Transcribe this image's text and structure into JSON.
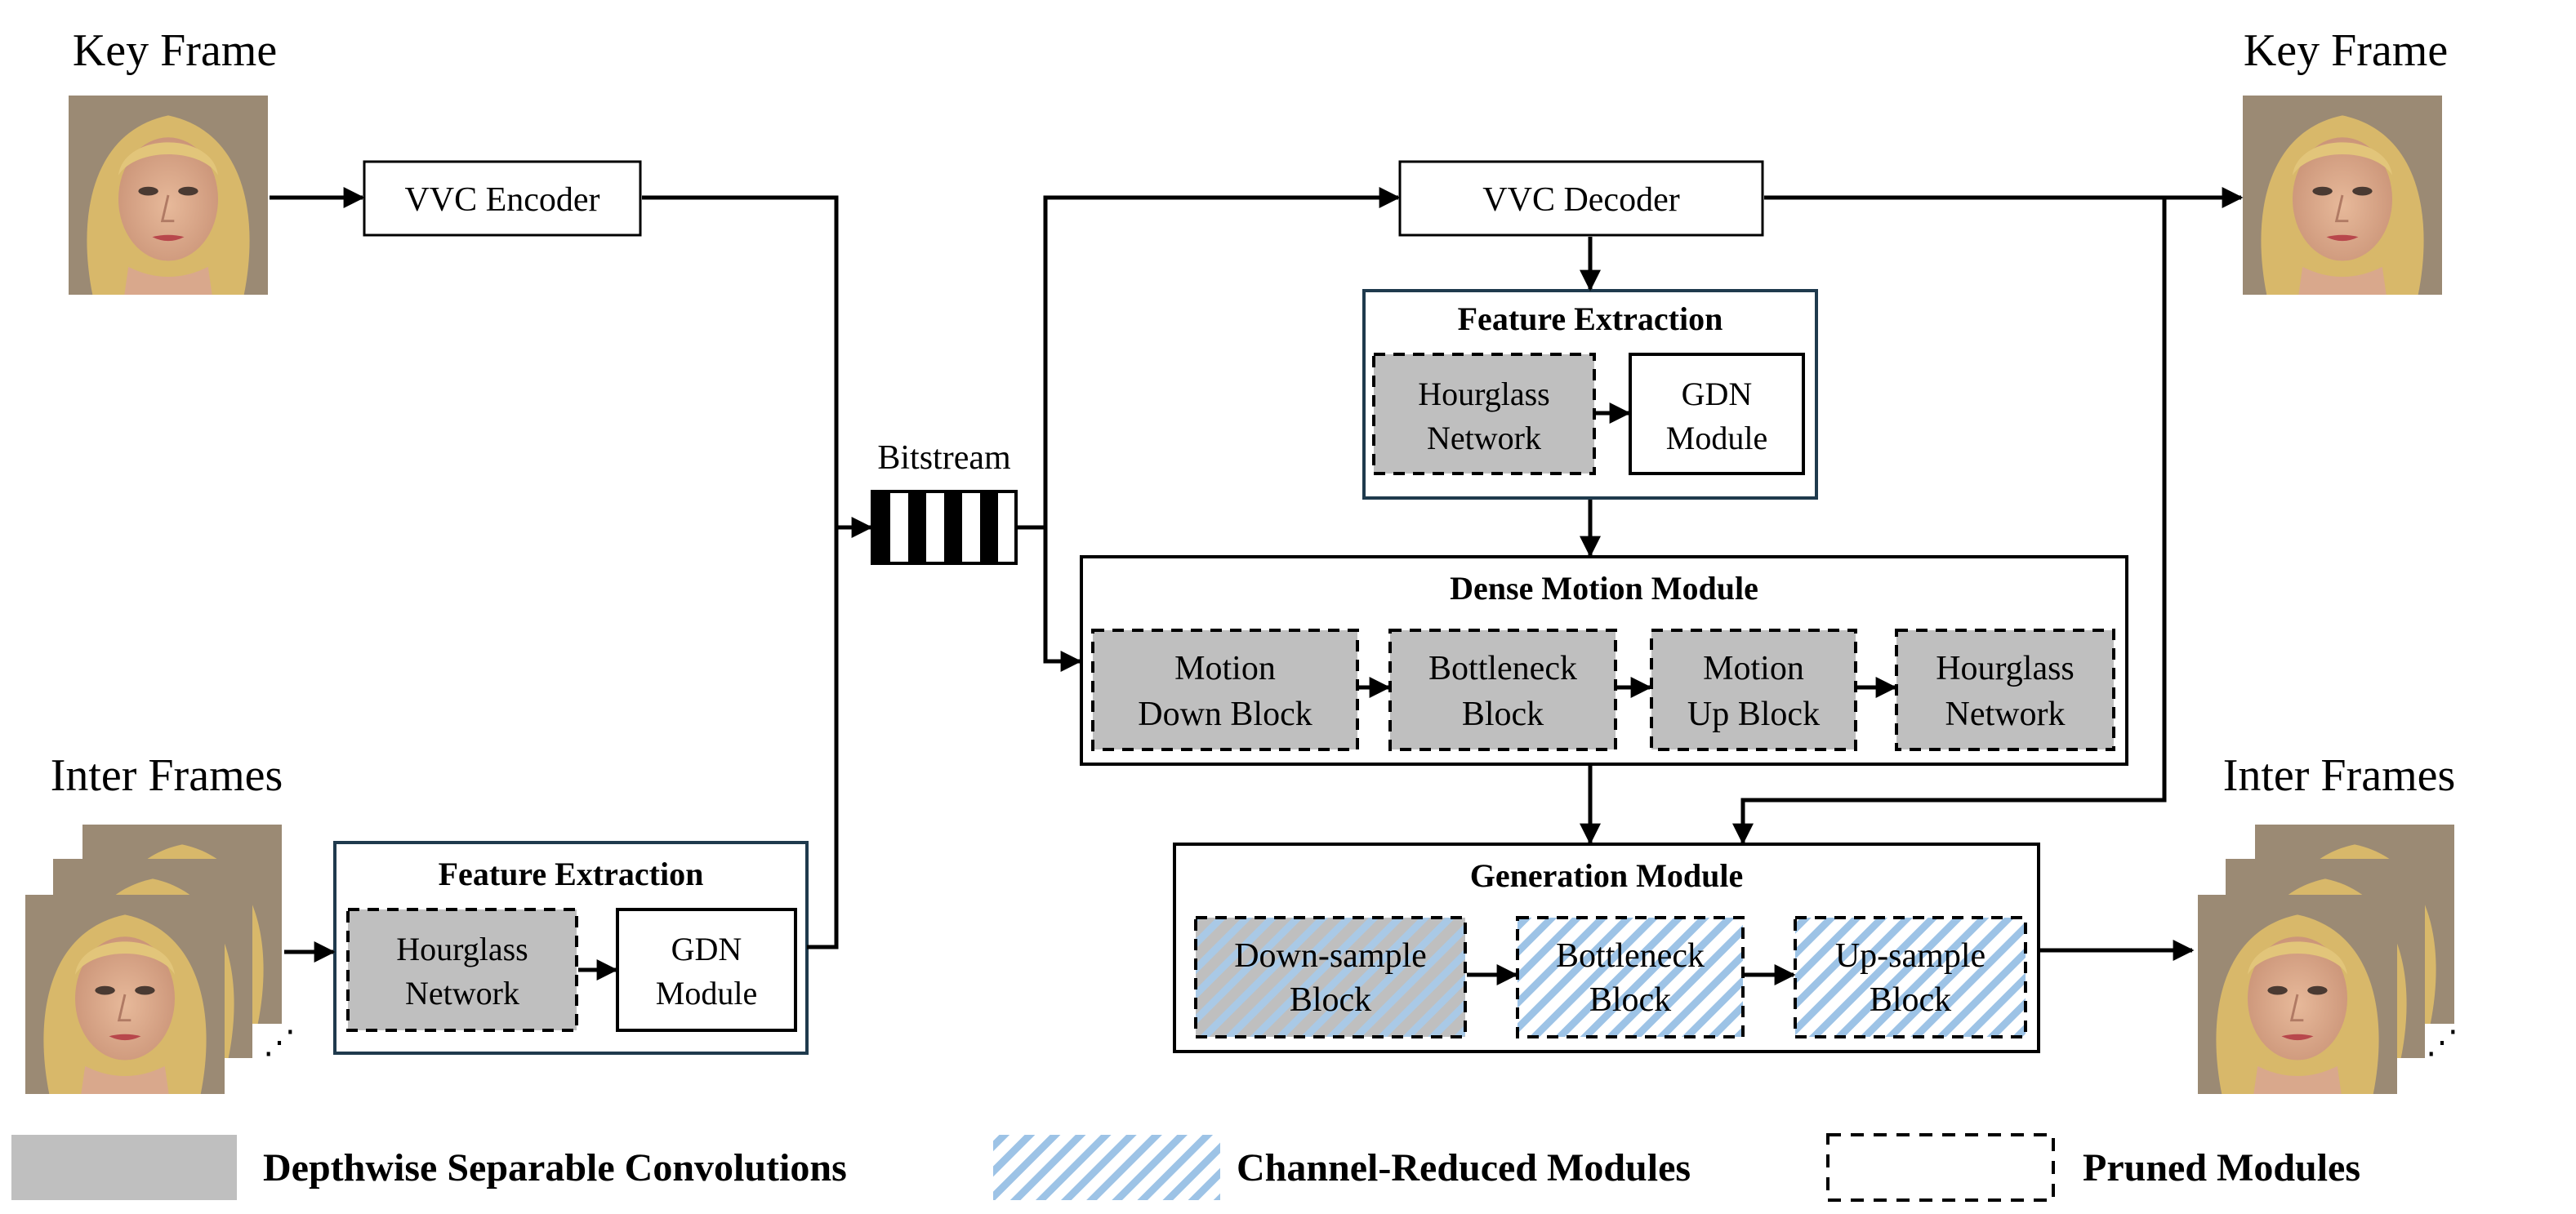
{
  "labels": {
    "key_frame_left": "Key Frame",
    "key_frame_right": "Key Frame",
    "inter_frames_left": "Inter Frames",
    "inter_frames_right": "Inter Frames",
    "bitstream": "Bitstream"
  },
  "vvc_encoder": "VVC Encoder",
  "vvc_decoder": "VVC Decoder",
  "fe_top": {
    "title": "Feature Extraction",
    "hourglass": [
      "Hourglass",
      "Network"
    ],
    "gdn": [
      "GDN",
      "Module"
    ]
  },
  "fe_bottom": {
    "title": "Feature Extraction",
    "hourglass": [
      "Hourglass",
      "Network"
    ],
    "gdn": [
      "GDN",
      "Module"
    ]
  },
  "dense_motion": {
    "title": "Dense Motion Module",
    "blocks": [
      [
        "Motion",
        "Down Block"
      ],
      [
        "Bottleneck",
        "Block"
      ],
      [
        "Motion",
        "Up Block"
      ],
      [
        "Hourglass",
        "Network"
      ]
    ]
  },
  "generation": {
    "title": "Generation Module",
    "blocks": [
      [
        "Down-sample",
        "Block"
      ],
      [
        "Bottleneck",
        "Block"
      ],
      [
        "Up-sample",
        "Block"
      ]
    ]
  },
  "legend": {
    "depthwise": "Depthwise Separable Convolutions",
    "channel_reduced": "Channel-Reduced Modules",
    "pruned": "Pruned Modules"
  },
  "colors": {
    "gray_fill": "#bfbfbf",
    "stripe_blue": "#9dc3e6",
    "container_border": "#1f3a4d"
  }
}
